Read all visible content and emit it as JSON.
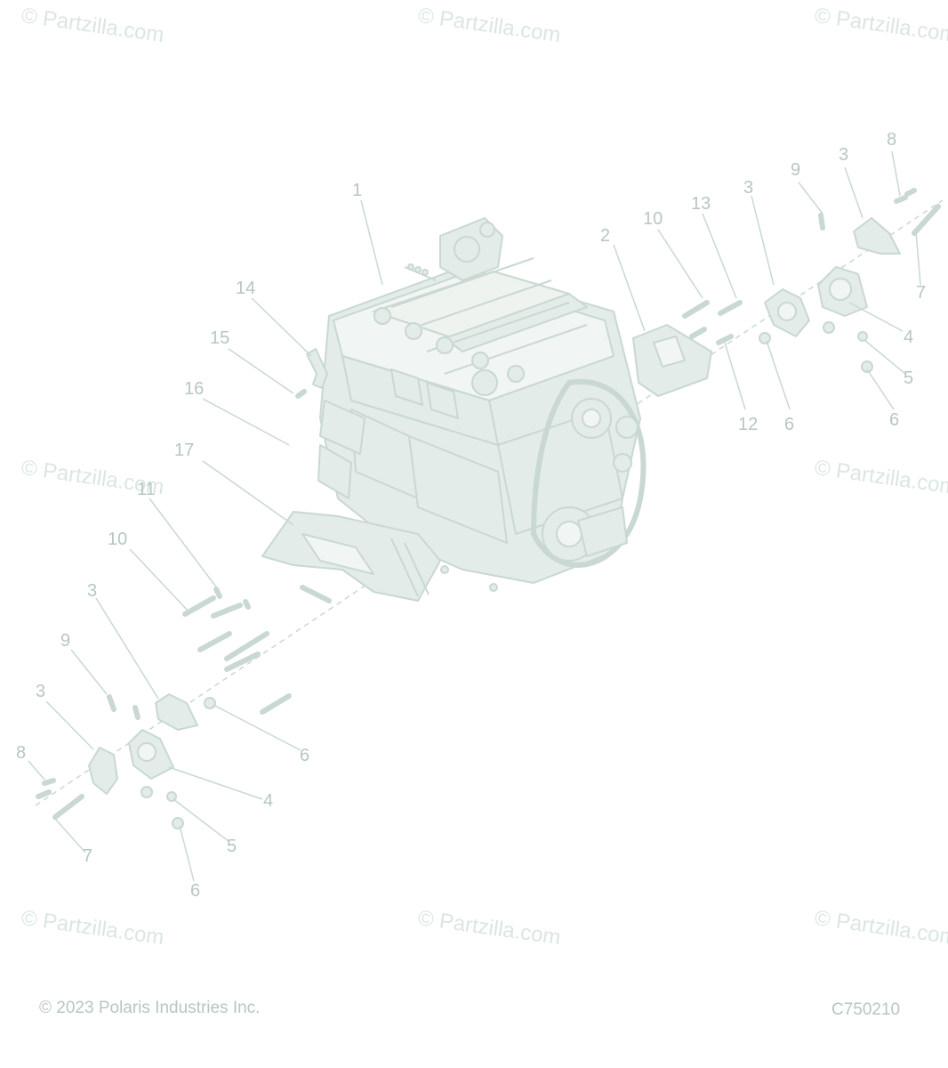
{
  "watermark": "© Partzilla.com",
  "callouts": [
    "1",
    "2",
    "3",
    "3",
    "3",
    "3",
    "4",
    "4",
    "5",
    "5",
    "6",
    "6",
    "6",
    "6",
    "7",
    "7",
    "8",
    "8",
    "9",
    "9",
    "10",
    "10",
    "11",
    "12",
    "13",
    "14",
    "15",
    "16",
    "17"
  ],
  "footer": {
    "copyright": "© 2023 Polaris Industries Inc.",
    "diagram_code": "C750210"
  },
  "colors": {
    "line_art": "#c9d8d1",
    "fill": "#e3ece8",
    "label": "#b7c7bf"
  }
}
